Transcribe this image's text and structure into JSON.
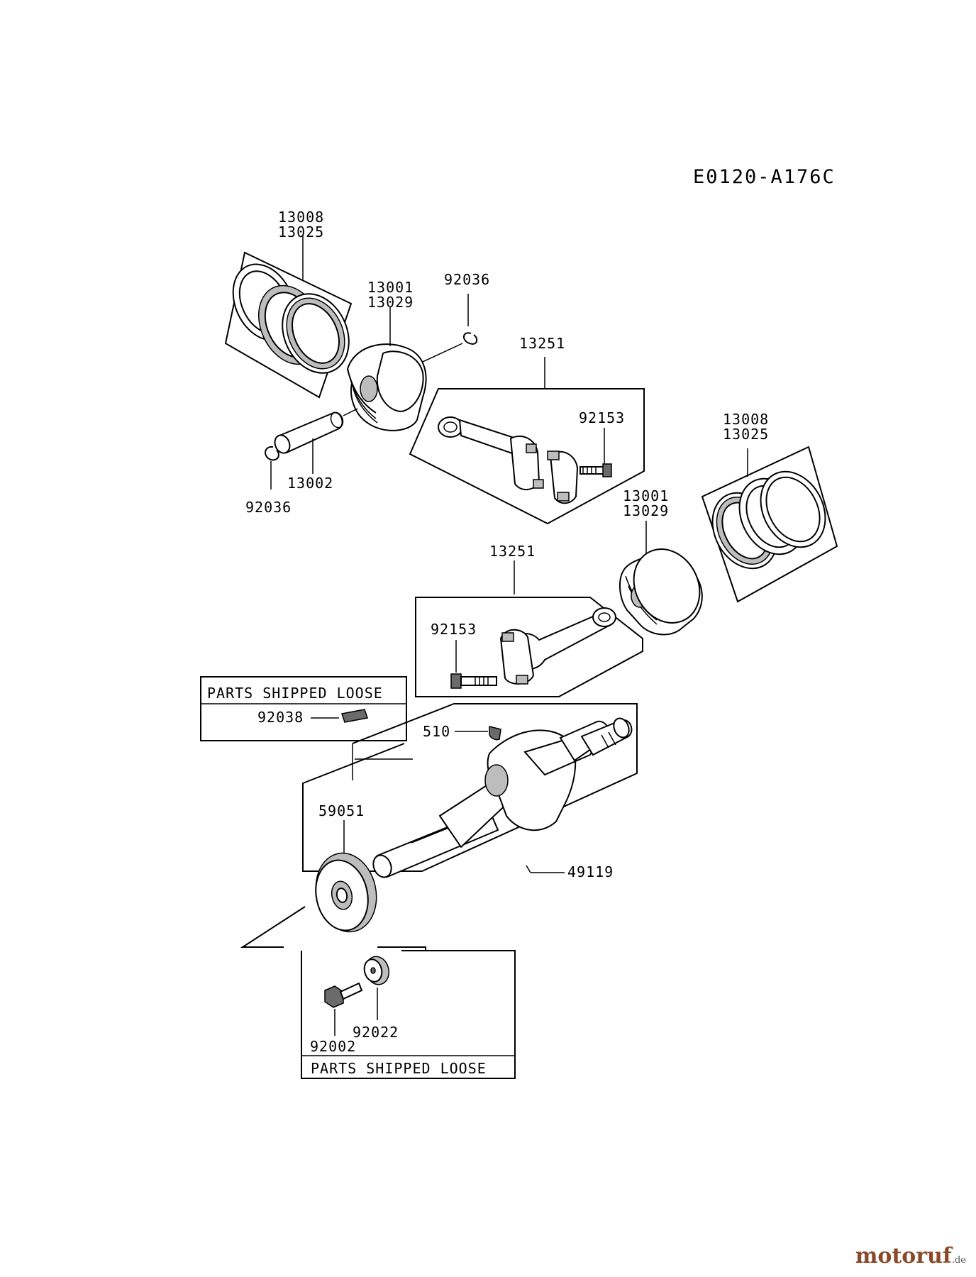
{
  "diagram_code": "E0120-A176C",
  "labels": {
    "rings_left_a": "13008",
    "rings_left_b": "13025",
    "piston_left_a": "13001",
    "piston_left_b": "13029",
    "clip_top": "92036",
    "rod_top": "13251",
    "bolt_top": "92153",
    "pin": "13002",
    "clip_bottom": "92036",
    "rings_right_a": "13008",
    "rings_right_b": "13025",
    "piston_right_a": "13001",
    "piston_right_b": "13029",
    "rod_bottom": "13251",
    "bolt_bottom": "92153",
    "key_loose": "92038",
    "woodruff_key": "510",
    "gear": "59051",
    "crankshaft": "49119",
    "bolt_loose": "92002",
    "washer_loose": "92022"
  },
  "loose_box_top": "PARTS SHIPPED LOOSE",
  "loose_box_bottom": "PARTS SHIPPED LOOSE",
  "watermark": {
    "brand": "motoruf",
    "tld": ".de"
  }
}
